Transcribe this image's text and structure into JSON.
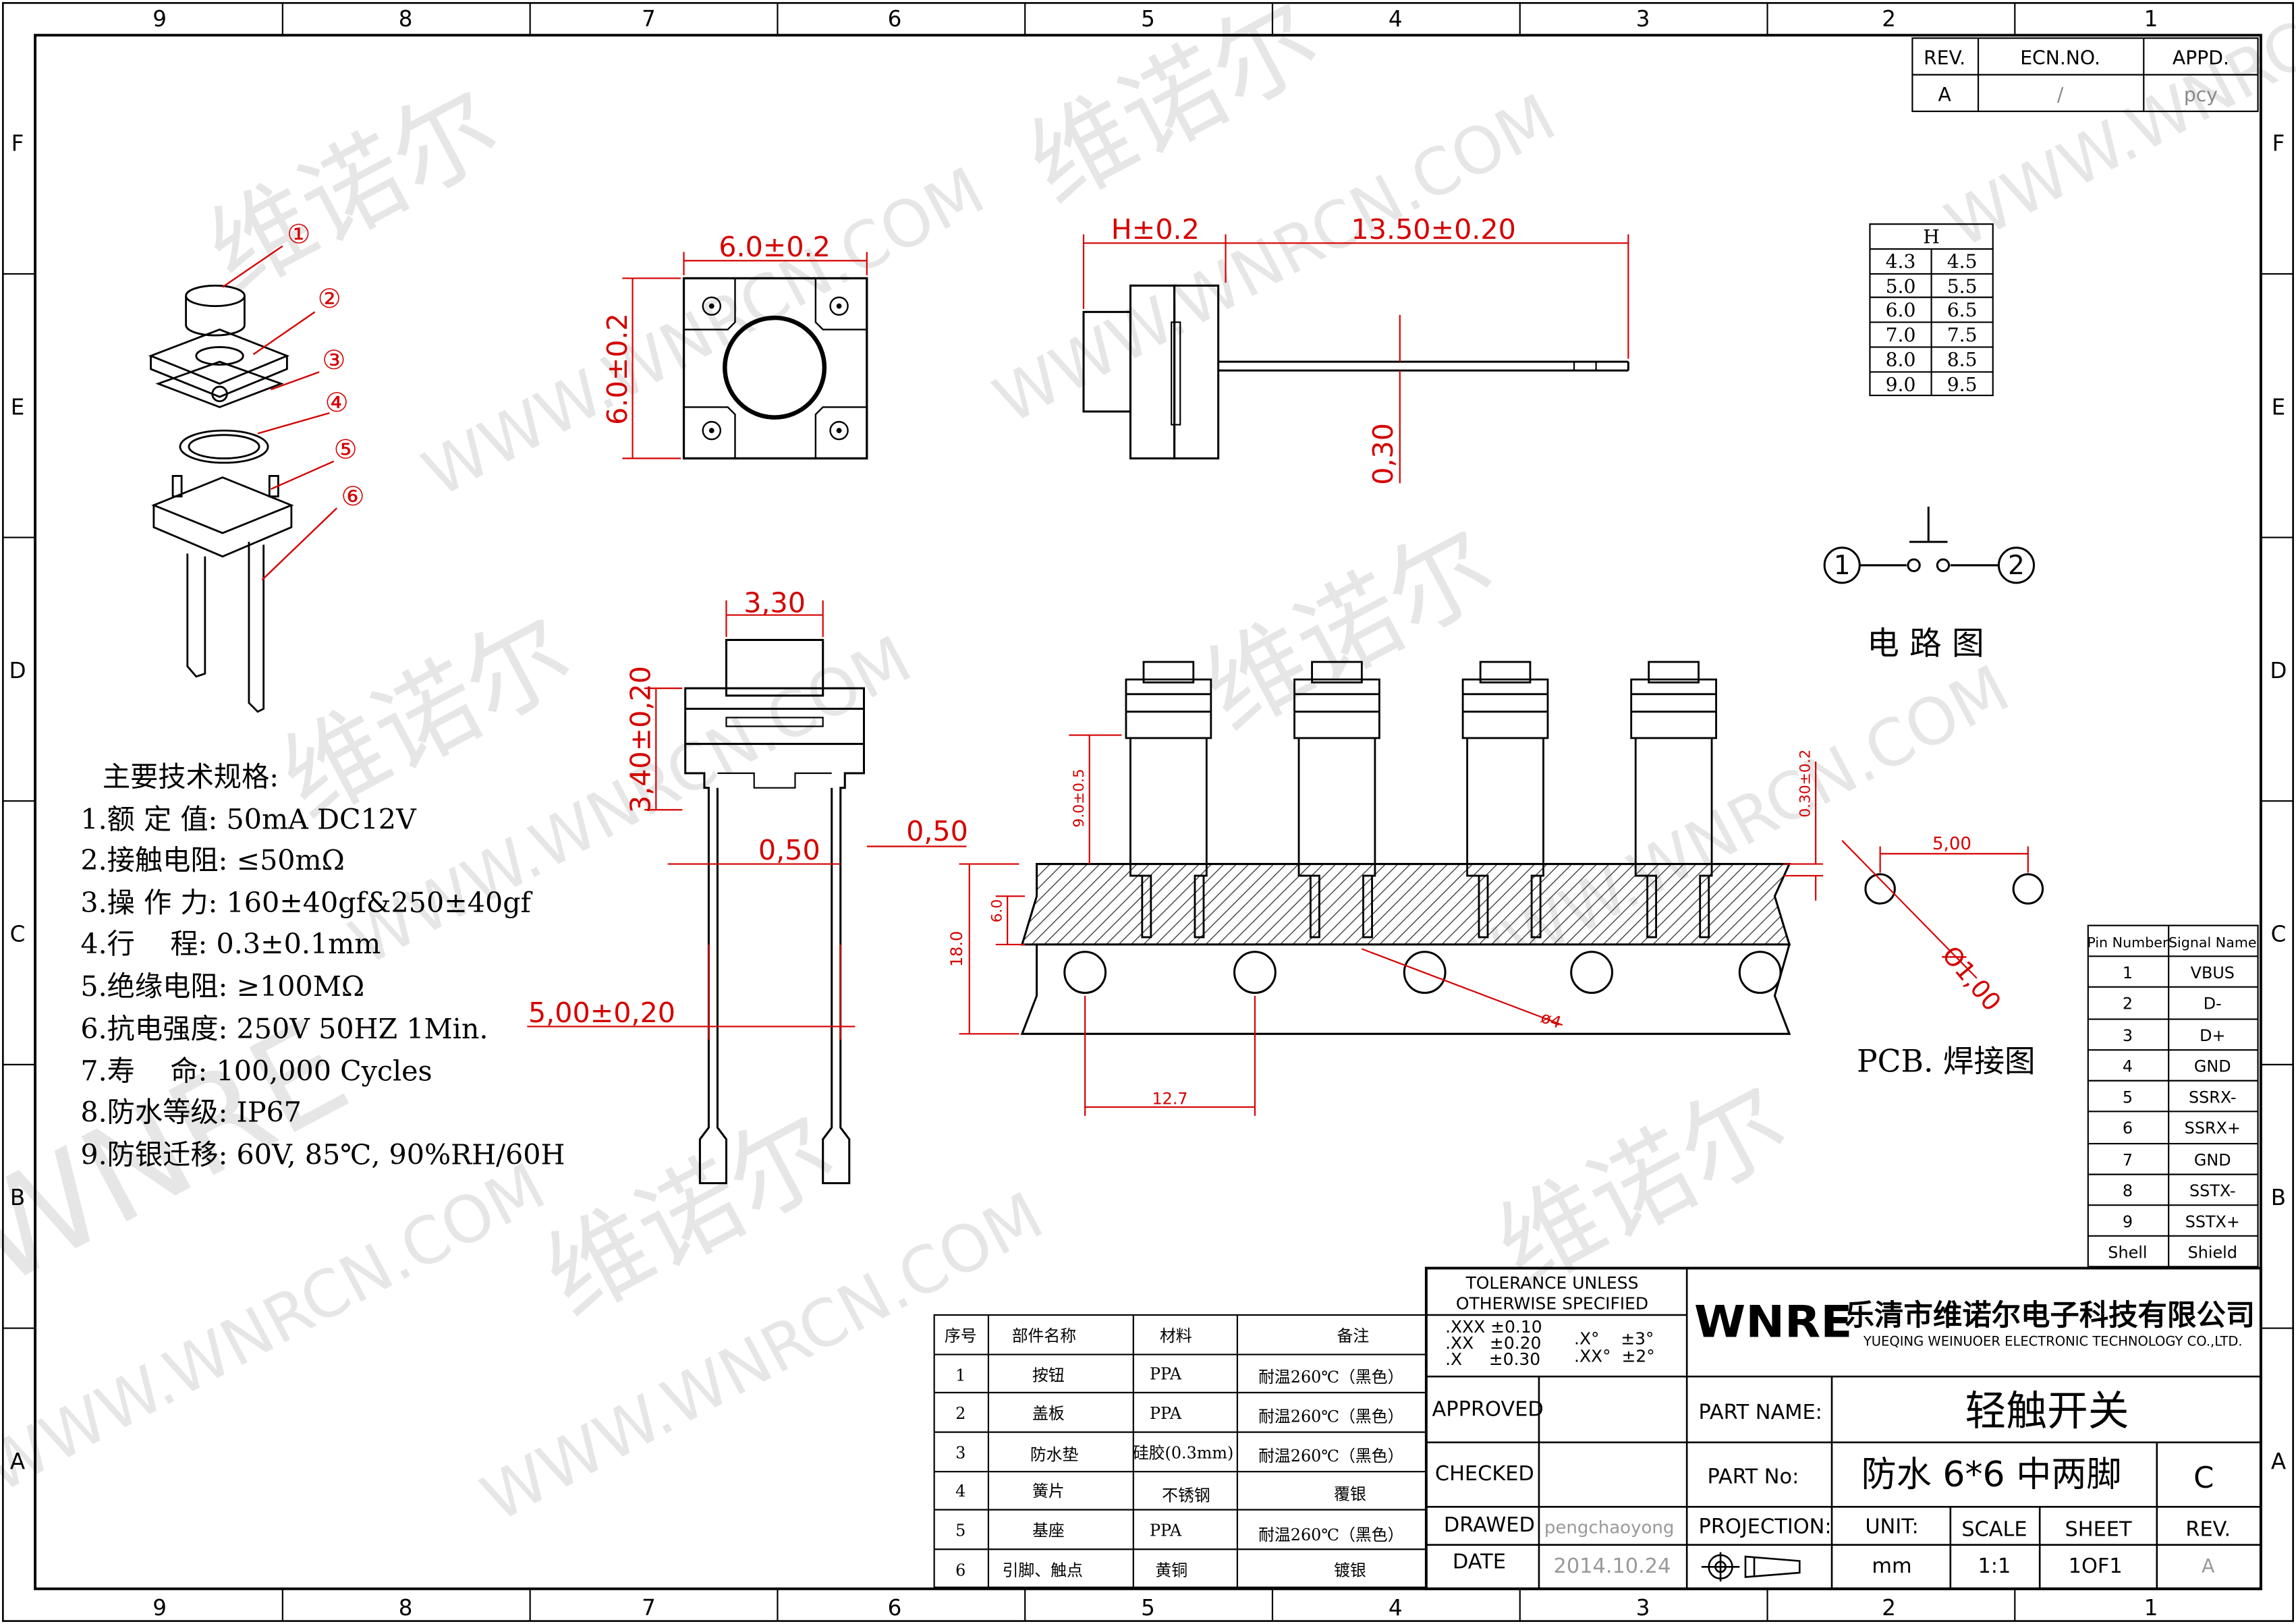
{
  "frame": {
    "columns": [
      "9",
      "8",
      "7",
      "6",
      "5",
      "4",
      "3",
      "2",
      "1"
    ],
    "rows": [
      "F",
      "E",
      "D",
      "C",
      "B",
      "A"
    ]
  },
  "revision_block": {
    "headers": [
      "REV.",
      "ECN.NO.",
      "APPD."
    ],
    "values": [
      "A",
      "/",
      "pcy"
    ]
  },
  "watermark": {
    "cn": "维诺尔",
    "url": "WWW.WNRCN.COM",
    "logo": "WNRE"
  },
  "callouts": [
    "①",
    "②",
    "③",
    "④",
    "⑤",
    "⑥"
  ],
  "dimensions": {
    "top_width": "6.0±0.2",
    "top_height": "6.0±0.2",
    "side_h": "H±0.2",
    "side_length": "13.50±0.20",
    "side_thickness": "0,30",
    "front_cap": "3,30",
    "front_height": "3,40±0,20",
    "front_pin": "0,50",
    "front_pin_outer": "0,50",
    "front_pitch": "5,00±0,20",
    "tape_pitch": "12.7",
    "tape_hole": "ø4",
    "tape_width": "18.0",
    "tape_inner": "6.0",
    "tape_rise": "9.0±0.5",
    "tape_thk": "0.30±0.2",
    "pcb_pitch": "5,00",
    "pcb_hole": "Ø1,00"
  },
  "h_table": {
    "header": "H",
    "rows": [
      [
        "4.3",
        "4.5"
      ],
      [
        "5.0",
        "5.5"
      ],
      [
        "6.0",
        "6.5"
      ],
      [
        "7.0",
        "7.5"
      ],
      [
        "8.0",
        "8.5"
      ],
      [
        "9.0",
        "9.5"
      ]
    ]
  },
  "circuit": {
    "pin1": "1",
    "pin2": "2",
    "label": "电 路 图"
  },
  "pcb_label": "PCB. 焊接图",
  "specs": {
    "title": "主要技术规格:",
    "items": [
      "1.额 定 值: 50mA DC12V",
      "2.接触电阻: ≤50mΩ",
      "3.操 作 力: 160±40gf&250±40gf",
      "4.行    程: 0.3±0.1mm",
      "5.绝缘电阻: ≥100MΩ",
      "6.抗电强度: 250V 50HZ 1Min.",
      "7.寿    命: 100,000 Cycles",
      "8.防水等级: IP67",
      "9.防银迁移: 60V, 85℃, 90%RH/60H"
    ]
  },
  "pin_table": {
    "headers": [
      "Pin Number",
      "Signal Name"
    ],
    "rows": [
      [
        "1",
        "VBUS"
      ],
      [
        "2",
        "D-"
      ],
      [
        "3",
        "D+"
      ],
      [
        "4",
        "GND"
      ],
      [
        "5",
        "SSRX-"
      ],
      [
        "6",
        "SSRX+"
      ],
      [
        "7",
        "GND"
      ],
      [
        "8",
        "SSTX-"
      ],
      [
        "9",
        "SSTX+"
      ],
      [
        "Shell",
        "Shield"
      ]
    ]
  },
  "bom": {
    "headers": [
      "序号",
      "部件名称",
      "材料",
      "备注"
    ],
    "rows": [
      [
        "1",
        "按钮",
        "PPA",
        "耐温260℃（黑色）"
      ],
      [
        "2",
        "盖板",
        "PPA",
        "耐温260℃（黑色）"
      ],
      [
        "3",
        "防水垫",
        "硅胶(0.3mm)",
        "耐温260℃（黑色）"
      ],
      [
        "4",
        "簧片",
        "不锈钢",
        "覆银"
      ],
      [
        "5",
        "基座",
        "PPA",
        "耐温260℃（黑色）"
      ],
      [
        "6",
        "引脚、触点",
        "黄铜",
        "镀银"
      ]
    ]
  },
  "title_block": {
    "tolerance_title": [
      "TOLERANCE UNLESS",
      "OTHERWISE SPECIFIED"
    ],
    "tolerances": [
      ".XXX ±0.10",
      ".XX   ±0.20",
      ".X     ±0.30"
    ],
    "angle_tolerances": [
      ".X°    ±3°",
      ".XX°  ±2°"
    ],
    "approved": "APPROVED",
    "checked": "CHECKED",
    "drawed": "DRAWED",
    "drawed_by": "pengchaoyong",
    "date_label": "DATE",
    "date": "2014.10.24",
    "logo": "WNRE",
    "company_cn": "乐清市维诺尔电子科技有限公司",
    "company_en": "YUEQING WEINUOER ELECTRONIC TECHNOLOGY CO.,LTD.",
    "part_name_label": "PART NAME:",
    "part_name": "轻触开关",
    "part_no_label": "PART No:",
    "part_no": "防水 6*6 中两脚",
    "part_rev": "C",
    "projection_label": "PROJECTION:",
    "unit_label": "UNIT:",
    "unit": "mm",
    "scale_label": "SCALE",
    "scale": "1:1",
    "sheet_label": "SHEET",
    "sheet": "1OF1",
    "rev_label": "REV.",
    "rev": "A"
  }
}
